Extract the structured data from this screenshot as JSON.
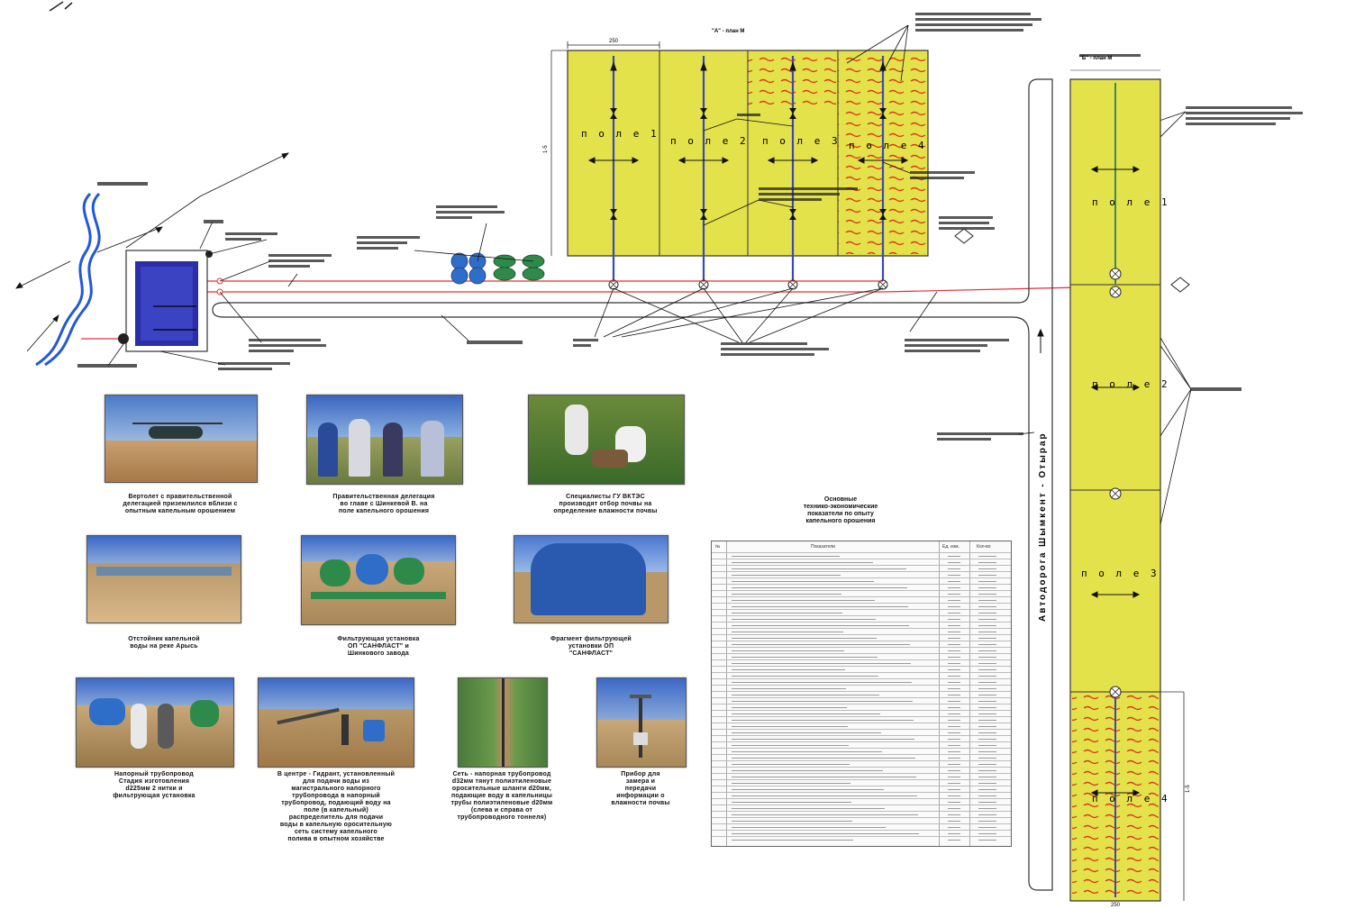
{
  "diagram": {
    "top_scheme_title": "\"А\" - план М",
    "right_scheme_title": "\"Б\" - план М",
    "road_label": "Автодорога Шымкент - Отырар",
    "top_fields": [
      "п о л е 1",
      "п о л е 2",
      "п о л е 3",
      "п о л е 4"
    ],
    "right_fields": [
      "п о л е 1",
      "п о л е 2",
      "п о л е 3",
      "п о л е 4"
    ],
    "field_width_label": "250",
    "field_width_label_right": "250",
    "field_length_label": "1-5",
    "field_length_label_right": "1-5"
  },
  "photos": [
    {
      "caption": [
        "Вертолет с правительственной",
        "делегацией приземлился вблизи с",
        "опытным капельным орошением"
      ]
    },
    {
      "caption": [
        "Правительственная делегация",
        "во главе с Шинкевой В. на",
        "поле капельного орошения"
      ]
    },
    {
      "caption": [
        "Специалисты ГУ ВКТЭС",
        "производят отбор почвы на",
        "определение влажности почвы"
      ]
    },
    {
      "caption": [
        "Отстойник капельной",
        "воды на реке Арысь"
      ]
    },
    {
      "caption": [
        "Фильтрующая установка",
        "ОП \"САНФЛАСТ\" и",
        "Шинкового завода"
      ]
    },
    {
      "caption": [
        "Фрагмент фильтрующей",
        "установки ОП",
        "\"САНФЛАСТ\""
      ]
    },
    {
      "caption": [
        "Напорный трубопровод",
        "Стадия изготовления",
        "d225мм 2 нитки и",
        "фильтрующая установка"
      ]
    },
    {
      "caption": [
        "В центре - Гидрант, установленный",
        "для подачи воды из",
        "магистрального напорного",
        "трубопровода в напорный",
        "трубопровод, подающий воду на",
        "поле (в капельный)",
        "распределитель для подачи",
        "воды в капельную оросительную",
        "сеть систему капельного",
        "полива в опытном хозяйстве"
      ]
    },
    {
      "caption": [
        "Сеть - напорная трубопровод",
        "d32мм тянут полиэтиленовые",
        "оросительные шланги d20мм,",
        "подающие воду в капельницы",
        "трубы полиэтиленовые d20мм",
        "(слева и справа от",
        "трубопроводного тоннеля)"
      ]
    },
    {
      "caption": [
        "Прибор для",
        "замера и",
        "передачи",
        "информации о",
        "влажности почвы"
      ]
    }
  ],
  "table": {
    "title": [
      "Основные",
      "технико-экономические",
      "показатели по опыту",
      "капельного орошения"
    ],
    "header_no": "№",
    "header_name": "Показатели",
    "header_unit": "Ед. изм.",
    "header_qty": "Кол-во"
  },
  "colors": {
    "field_fill": "#e4e24a",
    "field_border": "#333333",
    "pipe_red": "#e0303a",
    "pipe_blue": "#3a4ab0",
    "reservoir_blue": "#2a2fa8",
    "river_blue": "#2258d8",
    "filter_blue": "#2f6ec8",
    "filter_green": "#2e8a4a",
    "hatch_red": "#d83a1a"
  }
}
